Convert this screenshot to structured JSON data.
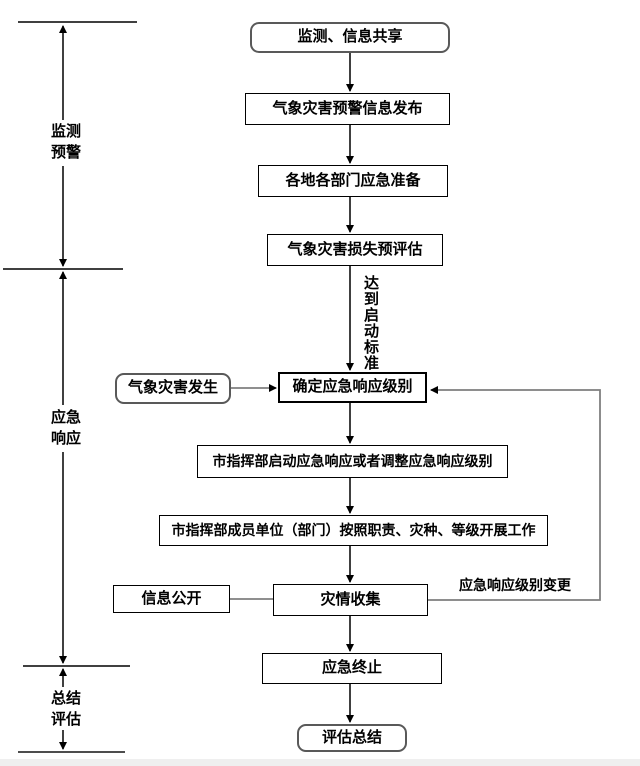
{
  "sections": {
    "monitoring": "监测\n预警",
    "response": "应急\n响应",
    "evaluation": "总结\n评估"
  },
  "nodes": {
    "monitor_share": "监测、信息共享",
    "warning_release": "气象灾害预警信息发布",
    "local_preparation": "各地各部门应急准备",
    "loss_preassessment": "气象灾害损失预评估",
    "disaster_occurs": "气象灾害发生",
    "determine_level": "确定应急响应级别",
    "hq_start_adjust": "市指挥部启动应急响应或者调整应急响应级别",
    "member_units_work": "市指挥部成员单位（部门）按照职责、灾种、等级开展工作",
    "info_disclosure": "信息公开",
    "disaster_collection": "灾情收集",
    "emergency_termination": "应急终止",
    "evaluation_summary": "评估总结"
  },
  "edge_labels": {
    "reach_standard": "达到启动标准",
    "level_change": "应急响应级别变更"
  },
  "colors": {
    "line": "#000000",
    "muted_line": "#7f7f7f",
    "rounded_border": "#595959"
  }
}
